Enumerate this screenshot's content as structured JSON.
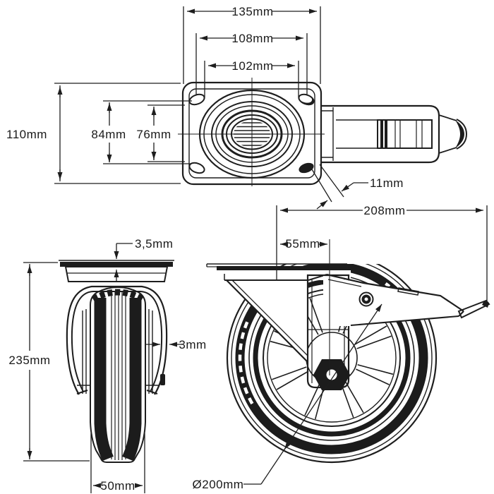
{
  "drawing": {
    "kind": "caster-technical-drawing",
    "views": {
      "top_plan": {
        "dims": {
          "overall_width": "135mm",
          "hole_pitch_width": "108mm",
          "hole_pitch_width_inner": "102mm",
          "overall_depth": "110mm",
          "hole_pitch_depth": "84mm",
          "hole_pitch_depth_inner": "76mm",
          "hole_diameter": "11mm"
        }
      },
      "front": {
        "dims": {
          "plate_thickness": "3,5mm",
          "overall_height": "235mm",
          "fork_material": "3mm",
          "wheel_width": "50mm"
        }
      },
      "side": {
        "dims": {
          "overall_length": "208mm",
          "swivel_offset": "55mm",
          "wheel_diameter": "Ø200mm"
        }
      }
    },
    "colors": {
      "line": "#1e1e1e",
      "background": "#ffffff",
      "fill_dark": "#1c1c1c"
    }
  }
}
